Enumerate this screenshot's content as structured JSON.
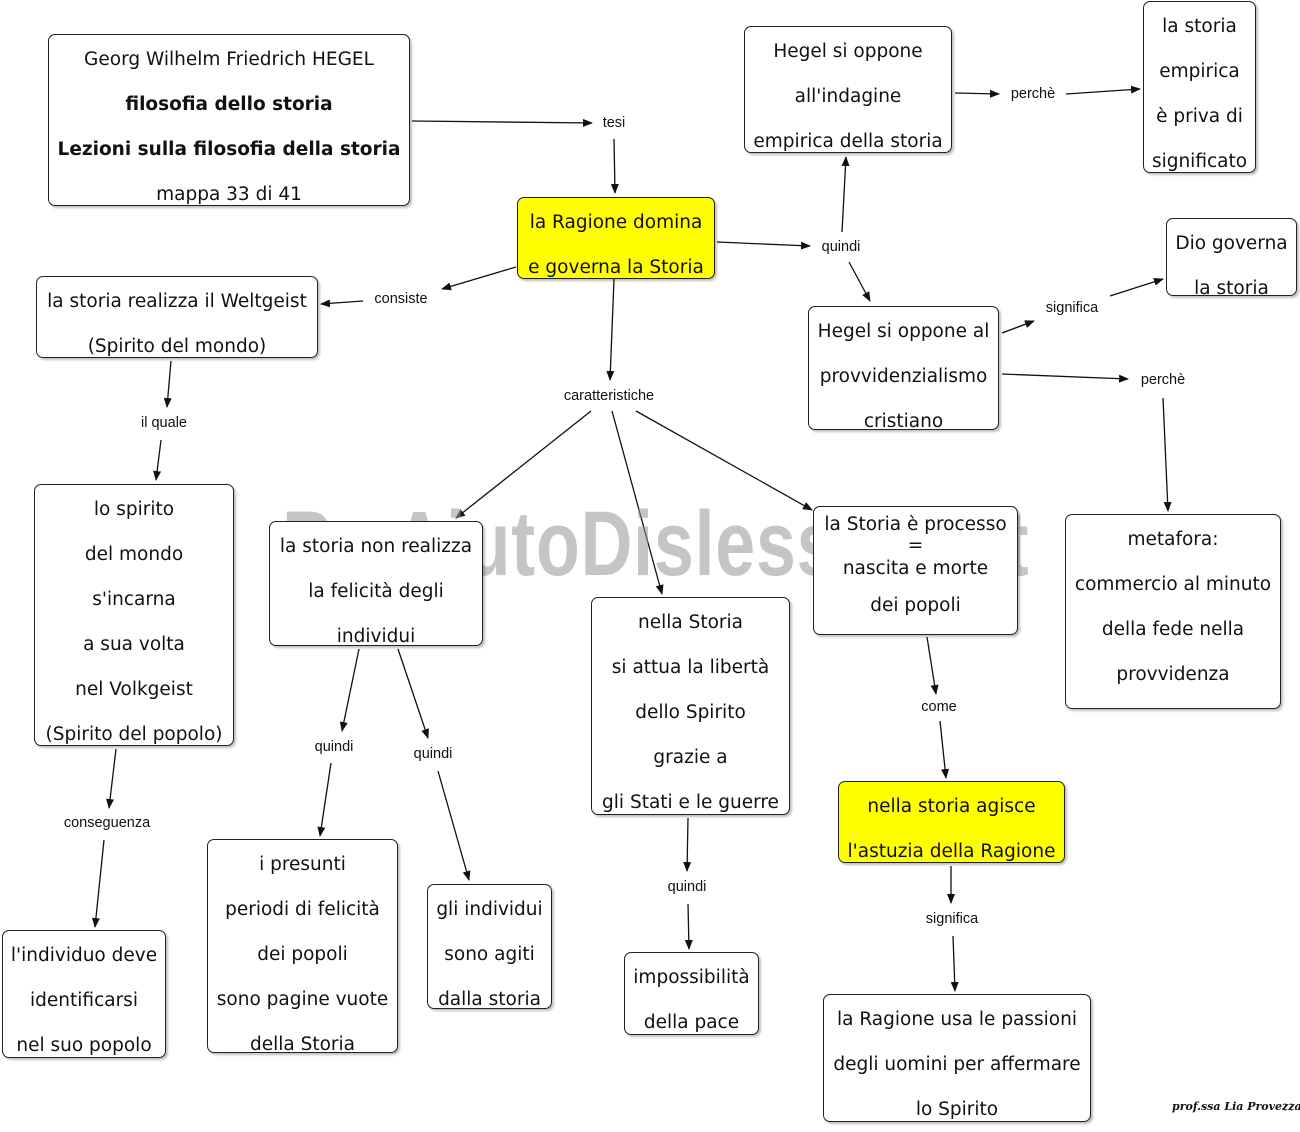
{
  "header": {
    "author": "Georg Wilhelm Friedrich HEGEL",
    "topic": "filosofia dello storia",
    "work": "Lezioni sulla filosofia della storia",
    "map_index": "mappa 33 di 41"
  },
  "nodes": {
    "ragione": [
      "la Ragione domina",
      "e governa la Storia"
    ],
    "weltgeist": [
      "la storia realizza il Weltgeist",
      "(Spirito del mondo)"
    ],
    "volkgeist": [
      "lo spirito",
      "del mondo",
      "s'incarna",
      "a sua volta",
      "nel Volkgeist",
      "(Spirito del popolo)"
    ],
    "individuo": [
      "l'individuo deve",
      "identificarsi",
      "nel suo popolo"
    ],
    "felicita": [
      "la storia non realizza",
      "la felicità degli",
      "individui"
    ],
    "presunti": [
      "i presunti",
      "periodi di felicità",
      "dei popoli",
      "sono pagine vuote",
      "della Storia"
    ],
    "agiti": [
      "gli individui",
      "sono agiti",
      "dalla storia"
    ],
    "liberta": [
      "nella Storia",
      "si attua la libertà",
      "dello Spirito",
      "grazie a",
      "gli Stati e le guerre"
    ],
    "pace": [
      "impossibilità",
      "della pace"
    ],
    "processo": [
      "la Storia è processo",
      "=",
      "nascita e morte",
      "dei popoli"
    ],
    "astuzia": [
      "nella storia agisce",
      "l'astuzia della Ragione"
    ],
    "passioni": [
      "la Ragione usa le passioni",
      "degli uomini per affermare",
      "lo Spirito"
    ],
    "empirica": [
      "Hegel si oppone",
      "all'indagine",
      "empirica della storia"
    ],
    "priva": [
      "la storia",
      "empirica",
      "è priva di",
      "significato"
    ],
    "provv": [
      "Hegel si oppone al",
      "provvidenzialismo",
      "cristiano"
    ],
    "dio": [
      "Dio governa",
      "la storia"
    ],
    "metafora": [
      "metafora:",
      "commercio al minuto",
      "della fede nella",
      "provvidenza"
    ]
  },
  "labels": {
    "tesi": "tesi",
    "consiste": "consiste",
    "caratteristiche": "caratteristiche",
    "quindi_top": "quindi",
    "il_quale": "il quale",
    "conseguenza": "conseguenza",
    "quindi_left": "quindi",
    "quindi_right": "quindi",
    "quindi_pace": "quindi",
    "come": "come",
    "significa_astuzia": "significa",
    "perche_empirica": "perchè",
    "significa_dio": "significa",
    "perche_metafora": "perchè"
  },
  "watermark": "By AiutoDislessia.net",
  "signature": "prof.ssa Lia Provezza",
  "colors": {
    "highlight": "#ffff00",
    "line": "#111111"
  }
}
